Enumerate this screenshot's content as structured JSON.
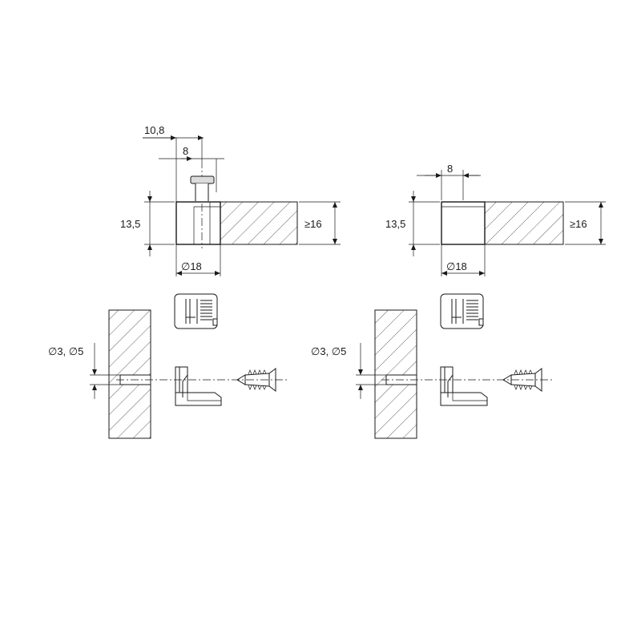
{
  "diagrams": [
    {
      "id": "left",
      "dims": {
        "top_width": "10,8",
        "inner_width": "8",
        "height": "13,5",
        "thickness": "≥16",
        "diameter": "∅18",
        "hole": "∅3, ∅5"
      }
    },
    {
      "id": "right",
      "dims": {
        "inner_width": "8",
        "height": "13,5",
        "thickness": "≥16",
        "diameter": "∅18",
        "hole": "∅3, ∅5"
      }
    }
  ],
  "colors": {
    "line": "#1a1a1a",
    "background": "#ffffff",
    "part_fill": "#dcdcdc"
  }
}
